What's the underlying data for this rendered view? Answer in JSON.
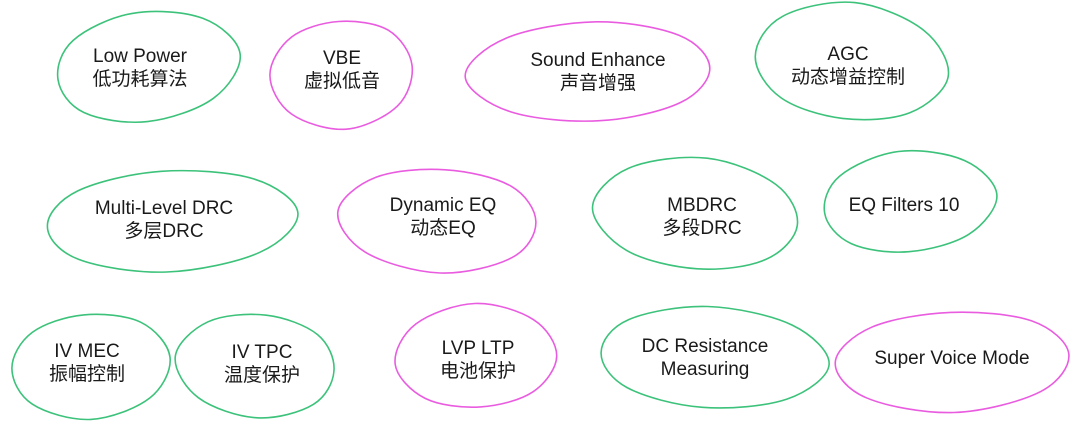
{
  "colors": {
    "green": "#3cc27a",
    "magenta": "#e95ce0",
    "text": "#1a1a1a"
  },
  "nodes": [
    {
      "id": "low-power",
      "color": "green",
      "lines": [
        "Low Power",
        "低功耗算法"
      ]
    },
    {
      "id": "vbe",
      "color": "magenta",
      "lines": [
        "VBE",
        "虚拟低音"
      ]
    },
    {
      "id": "sound-enhance",
      "color": "magenta",
      "lines": [
        "Sound Enhance",
        "声音增强"
      ]
    },
    {
      "id": "agc",
      "color": "green",
      "lines": [
        "AGC",
        "动态增益控制"
      ]
    },
    {
      "id": "multi-level-drc",
      "color": "green",
      "lines": [
        "Multi-Level DRC",
        "多层DRC"
      ]
    },
    {
      "id": "dynamic-eq",
      "color": "magenta",
      "lines": [
        "Dynamic EQ",
        "动态EQ"
      ]
    },
    {
      "id": "mbdrc",
      "color": "green",
      "lines": [
        "MBDRC",
        "多段DRC"
      ]
    },
    {
      "id": "eq-filters",
      "color": "green",
      "lines": [
        "EQ Filters 10"
      ]
    },
    {
      "id": "iv-mec",
      "color": "green",
      "lines": [
        "IV MEC",
        "振幅控制"
      ]
    },
    {
      "id": "iv-tpc",
      "color": "green",
      "lines": [
        "IV TPC",
        "温度保护"
      ]
    },
    {
      "id": "lvp-ltp",
      "color": "magenta",
      "lines": [
        "LVP LTP",
        "电池保护"
      ]
    },
    {
      "id": "dc-resistance",
      "color": "green",
      "lines": [
        "DC Resistance",
        "Measuring"
      ]
    },
    {
      "id": "super-voice",
      "color": "magenta",
      "lines": [
        "Super Voice Mode"
      ]
    }
  ]
}
